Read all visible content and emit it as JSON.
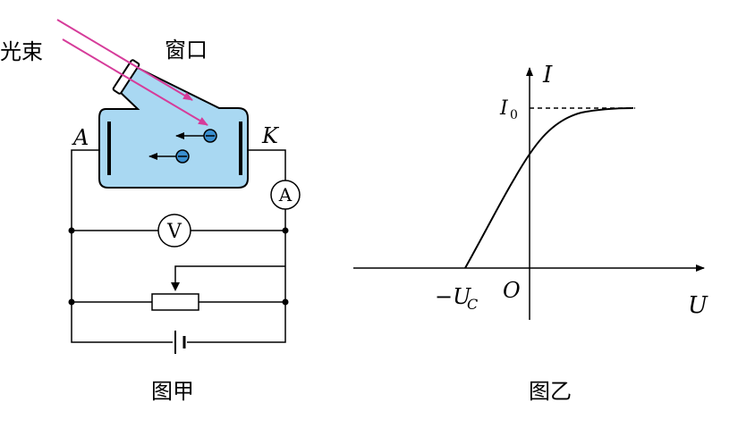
{
  "figure_a": {
    "label_light": "光束",
    "label_window": "窗口",
    "label_anode": "A",
    "label_cathode": "K",
    "ammeter": "A",
    "voltmeter": "V",
    "caption": "图甲",
    "colors": {
      "tube_fill": "#a9d8f2",
      "light_ray": "#d63c9a",
      "electron": "#3a8fd0"
    }
  },
  "figure_b": {
    "label_y": "I",
    "label_i0": "I",
    "label_i0_sub": "0",
    "label_x": "U",
    "label_origin": "O",
    "label_uc_prefix": "−U",
    "label_uc_sub": "C",
    "caption": "图乙"
  }
}
